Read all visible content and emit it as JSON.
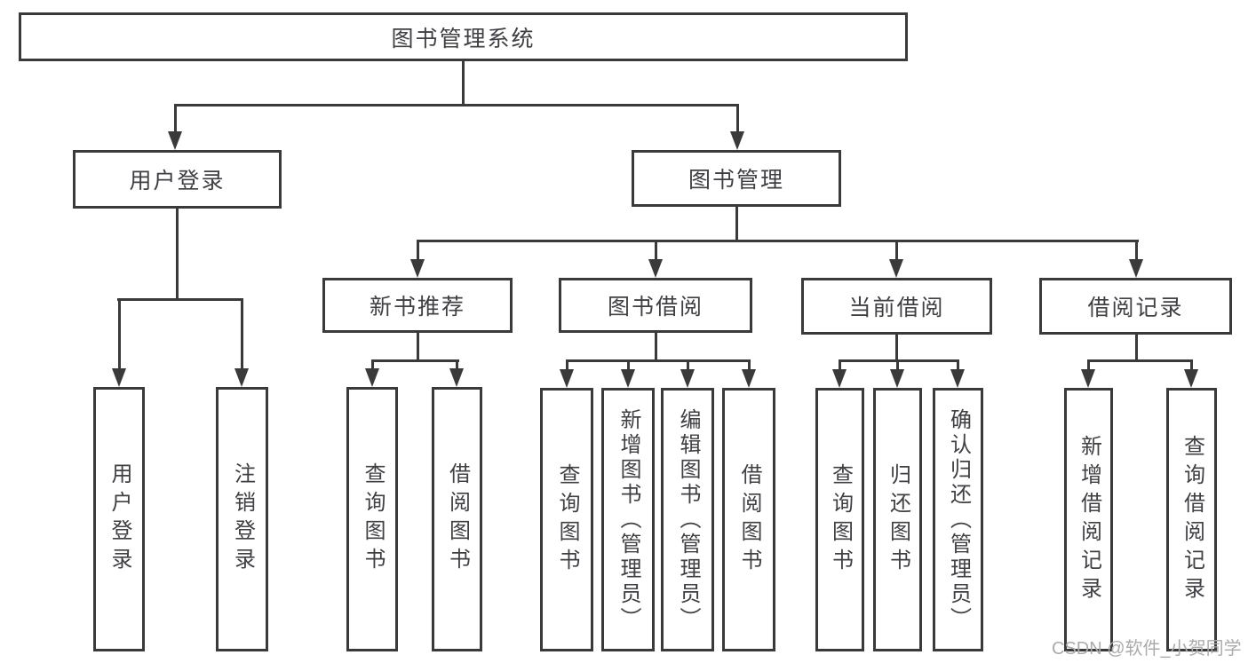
{
  "diagram": {
    "root": {
      "label": "图书管理系统",
      "children": [
        {
          "label": "用户登录",
          "children": [
            {
              "label": "用户登录"
            },
            {
              "label": "注销登录"
            }
          ]
        },
        {
          "label": "图书管理",
          "children": [
            {
              "label": "新书推荐",
              "children": [
                {
                  "label": "查询图书"
                },
                {
                  "label": "借阅图书"
                }
              ]
            },
            {
              "label": "图书借阅",
              "children": [
                {
                  "label": "查询图书"
                },
                {
                  "label": "新增图书（管理员）"
                },
                {
                  "label": "编辑图书（管理员）"
                },
                {
                  "label": "借阅图书"
                }
              ]
            },
            {
              "label": "当前借阅",
              "children": [
                {
                  "label": "查询图书"
                },
                {
                  "label": "归还图书"
                },
                {
                  "label": "确认归还（管理员）"
                }
              ]
            },
            {
              "label": "借阅记录",
              "children": [
                {
                  "label": "新增借阅记录"
                },
                {
                  "label": "查询借阅记录"
                }
              ]
            }
          ]
        }
      ]
    }
  },
  "style": {
    "line_color": "#3a3a3a",
    "text_color": "#3f3f44",
    "background": "#ffffff",
    "watermark_color": "#ababab"
  },
  "watermark": {
    "text": "CSDN @软件_小贺同学"
  }
}
